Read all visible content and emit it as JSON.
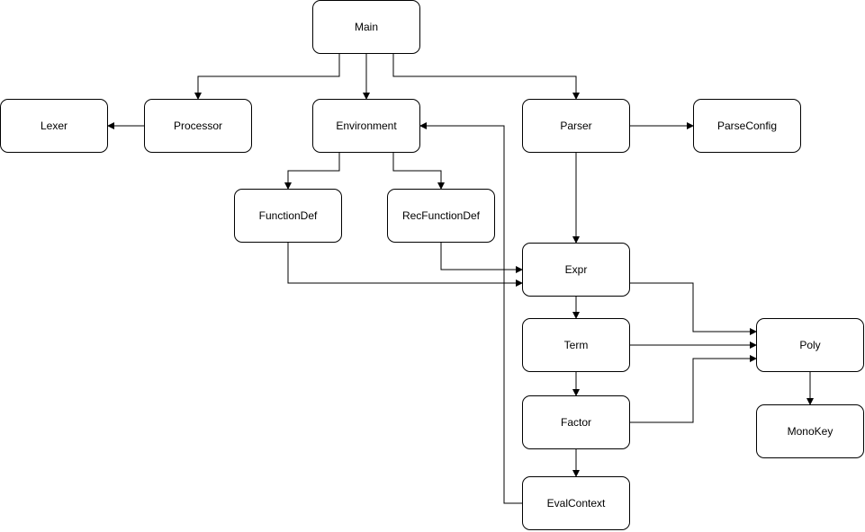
{
  "nodes": {
    "main": "Main",
    "lexer": "Lexer",
    "processor": "Processor",
    "environment": "Environment",
    "parser": "Parser",
    "parseconfig": "ParseConfig",
    "functiondef": "FunctionDef",
    "recfunctiondef": "RecFunctionDef",
    "expr": "Expr",
    "term": "Term",
    "factor": "Factor",
    "evalcontext": "EvalContext",
    "poly": "Poly",
    "monokey": "MonoKey"
  },
  "edges": [
    {
      "from": "Main",
      "to": "Processor"
    },
    {
      "from": "Main",
      "to": "Environment"
    },
    {
      "from": "Main",
      "to": "Parser"
    },
    {
      "from": "Processor",
      "to": "Lexer"
    },
    {
      "from": "Parser",
      "to": "ParseConfig"
    },
    {
      "from": "Parser",
      "to": "Expr"
    },
    {
      "from": "Environment",
      "to": "FunctionDef"
    },
    {
      "from": "Environment",
      "to": "RecFunctionDef"
    },
    {
      "from": "RecFunctionDef",
      "to": "Expr"
    },
    {
      "from": "FunctionDef",
      "to": "Expr"
    },
    {
      "from": "Expr",
      "to": "Term"
    },
    {
      "from": "Term",
      "to": "Factor"
    },
    {
      "from": "Factor",
      "to": "EvalContext"
    },
    {
      "from": "EvalContext",
      "to": "Environment"
    },
    {
      "from": "Expr",
      "to": "Poly"
    },
    {
      "from": "Term",
      "to": "Poly"
    },
    {
      "from": "Factor",
      "to": "Poly"
    },
    {
      "from": "Poly",
      "to": "MonoKey"
    }
  ]
}
